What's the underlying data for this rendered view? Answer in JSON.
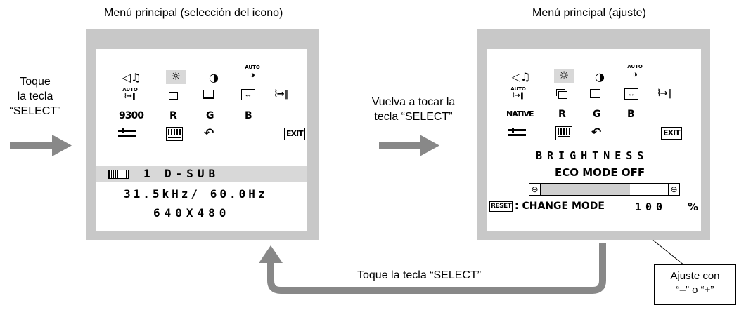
{
  "captions": {
    "left": "Menú principal (selección del icono)",
    "right": "Menú principal (ajuste)",
    "touch_left": [
      "Toque",
      "la tecla",
      "“SELECT”"
    ],
    "touch_middle": [
      "Vuelva a tocar la",
      "tecla “SELECT”"
    ],
    "bottom": "Toque la tecla “SELECT”",
    "adjust": [
      "Ajuste con",
      "“–” o “+”"
    ]
  },
  "left_screen": {
    "auto": "AUTO",
    "preset": "9300",
    "r": "R",
    "g": "G",
    "b": "B",
    "exit": "EXIT",
    "input_num": "1",
    "input_name": "D-SUB",
    "freq": "31.5kHz/ 60.0Hz",
    "resolution": "640X480"
  },
  "right_screen": {
    "auto": "AUTO",
    "preset": "NATIVE",
    "r": "R",
    "g": "G",
    "b": "B",
    "exit": "EXIT",
    "title": "BRIGHTNESS",
    "eco": "ECO MODE OFF",
    "minus": "⊖",
    "plus": "⊕",
    "reset": "RESET",
    "change_mode": ": CHANGE MODE",
    "value": "100",
    "unit": "%",
    "bar_level": 0.7
  },
  "colors": {
    "panel": "#c8c8c8",
    "arrow": "#888888",
    "highlight": "#d8d8d8"
  }
}
